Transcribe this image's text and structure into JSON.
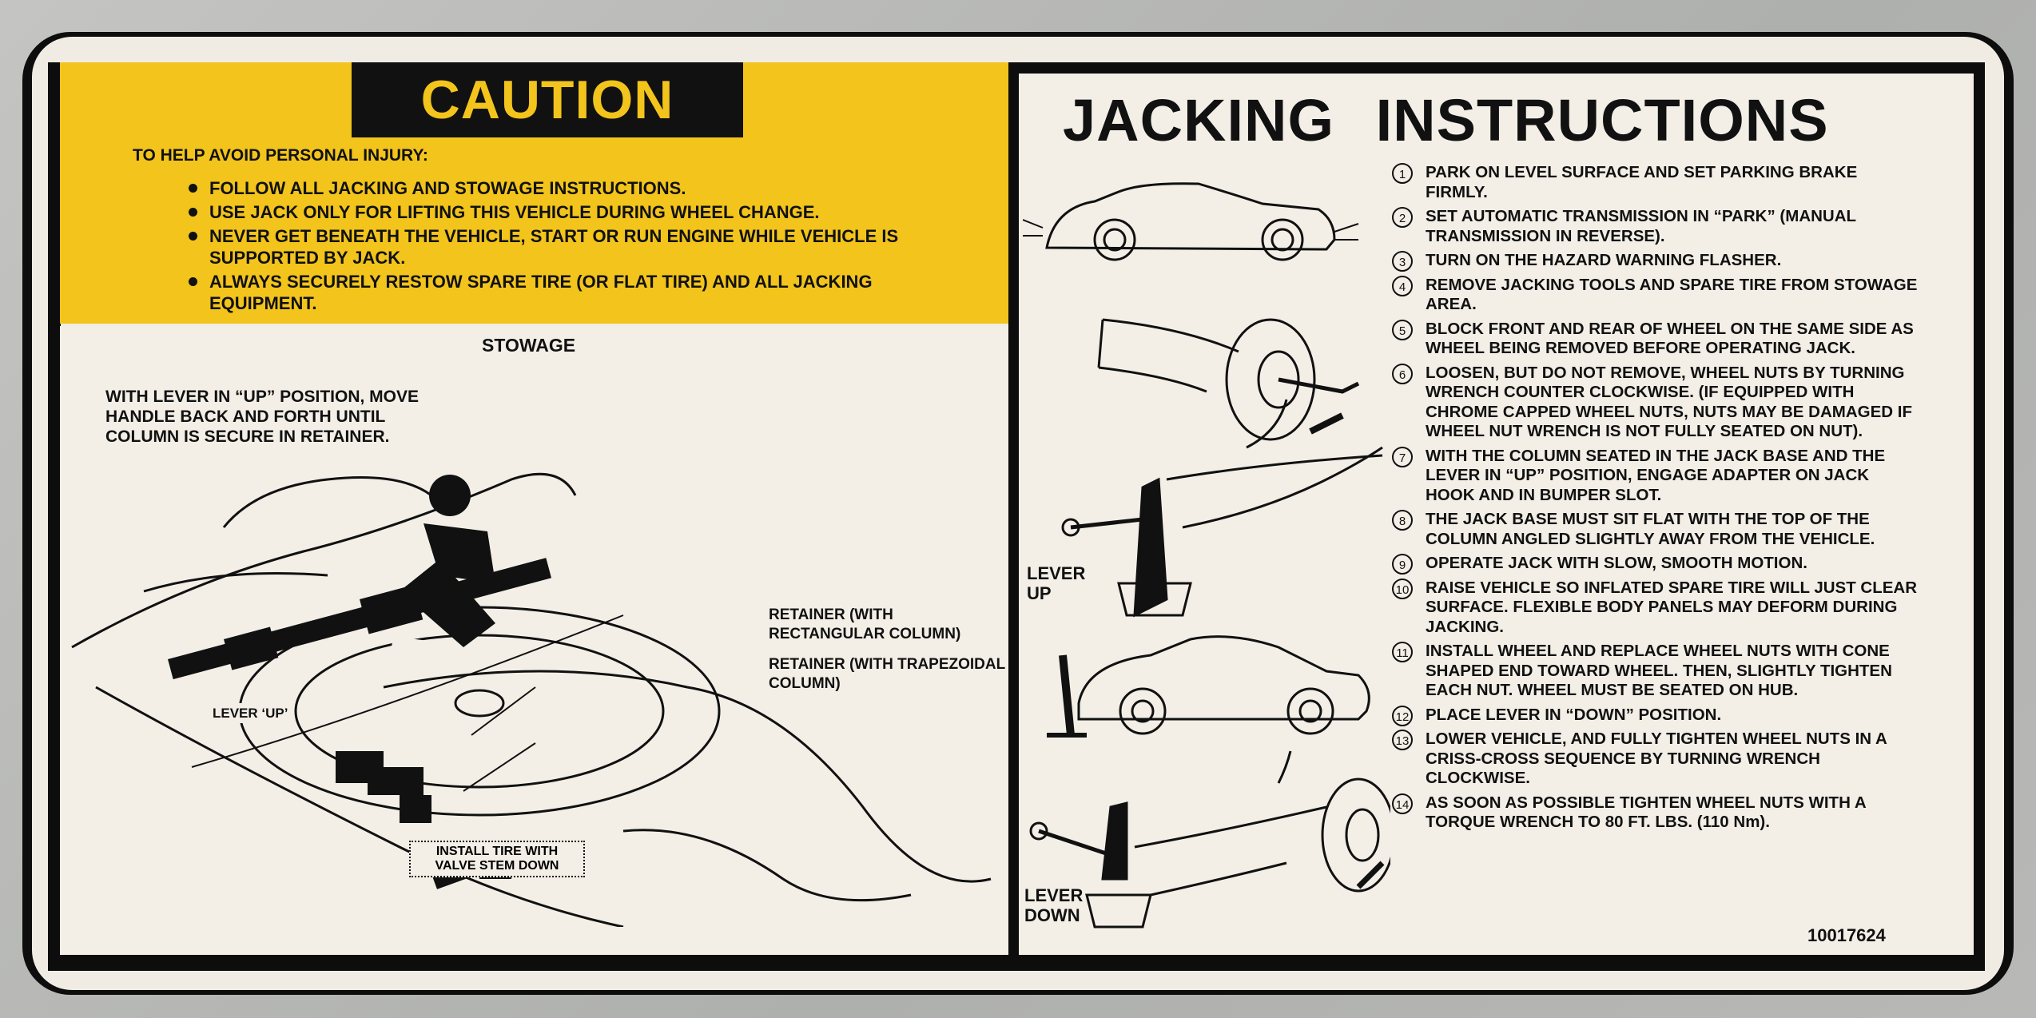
{
  "caution": {
    "title": "CAUTION",
    "intro": "TO HELP AVOID PERSONAL INJURY:",
    "items": [
      "FOLLOW ALL JACKING AND STOWAGE INSTRUCTIONS.",
      "USE JACK ONLY FOR LIFTING THIS VEHICLE DURING WHEEL CHANGE.",
      "NEVER GET BENEATH THE VEHICLE, START OR RUN ENGINE WHILE VEHICLE IS SUPPORTED BY JACK.",
      "ALWAYS SECURELY RESTOW SPARE TIRE (OR FLAT TIRE) AND ALL JACKING EQUIPMENT."
    ],
    "color": "#f2c41c"
  },
  "stowage": {
    "heading": "STOWAGE",
    "instruction": "WITH LEVER IN “UP” POSITION, MOVE HANDLE BACK AND FORTH UNTIL COLUMN IS SECURE IN RETAINER.",
    "retainer_rect": "RETAINER (WITH RECTANGULAR COLUMN)",
    "retainer_trap": "RETAINER (WITH TRAPEZOIDAL COLUMN)",
    "lever_up": "LEVER ‘UP’",
    "install_note": "INSTALL TIRE WITH VALVE STEM DOWN"
  },
  "jacking": {
    "title": "JACKING INSTRUCTIONS",
    "lever_up": "LEVER UP",
    "lever_down": "LEVER DOWN",
    "steps": [
      {
        "n": "1",
        "text": "PARK ON LEVEL SURFACE AND SET PARKING BRAKE FIRMLY."
      },
      {
        "n": "2",
        "text": "SET AUTOMATIC TRANSMISSION IN “PARK” (MANUAL TRANSMISSION IN REVERSE)."
      },
      {
        "n": "3",
        "text": "TURN ON THE HAZARD WARNING FLASHER."
      },
      {
        "n": "4",
        "text": "REMOVE JACKING TOOLS AND SPARE TIRE FROM STOWAGE AREA."
      },
      {
        "n": "5",
        "text": "BLOCK FRONT AND REAR OF WHEEL ON THE SAME SIDE AS WHEEL BEING REMOVED BEFORE OPERATING JACK."
      },
      {
        "n": "6",
        "text": "LOOSEN, BUT DO NOT REMOVE, WHEEL NUTS BY TURNING WRENCH COUNTER CLOCKWISE. (IF EQUIPPED WITH CHROME CAPPED WHEEL NUTS, NUTS MAY BE DAMAGED IF WHEEL NUT WRENCH IS NOT FULLY SEATED ON NUT)."
      },
      {
        "n": "7",
        "text": "WITH THE COLUMN SEATED IN THE JACK BASE AND THE LEVER IN “UP” POSITION, ENGAGE ADAPTER ON JACK HOOK AND IN BUMPER SLOT."
      },
      {
        "n": "8",
        "text": "THE JACK BASE MUST SIT FLAT WITH THE TOP OF THE COLUMN ANGLED SLIGHTLY AWAY FROM THE VEHICLE."
      },
      {
        "n": "9",
        "text": "OPERATE JACK WITH SLOW, SMOOTH MOTION."
      },
      {
        "n": "10",
        "text": "RAISE VEHICLE SO INFLATED SPARE TIRE WILL JUST CLEAR SURFACE. FLEXIBLE BODY PANELS MAY DEFORM DURING JACKING."
      },
      {
        "n": "11",
        "text": "INSTALL WHEEL AND REPLACE WHEEL NUTS WITH CONE SHAPED END TOWARD WHEEL. THEN, SLIGHTLY TIGHTEN EACH NUT. WHEEL MUST BE SEATED ON HUB."
      },
      {
        "n": "12",
        "text": "PLACE LEVER IN “DOWN” POSITION."
      },
      {
        "n": "13",
        "text": "LOWER VEHICLE, AND FULLY TIGHTEN WHEEL NUTS IN A CRISS-CROSS SEQUENCE BY TURNING WRENCH CLOCKWISE."
      },
      {
        "n": "14",
        "text": "AS SOON AS POSSIBLE TIGHTEN WHEEL NUTS WITH A TORQUE WRENCH TO 80 FT. LBS. (110 Nm)."
      }
    ],
    "part_number": "10017624"
  }
}
